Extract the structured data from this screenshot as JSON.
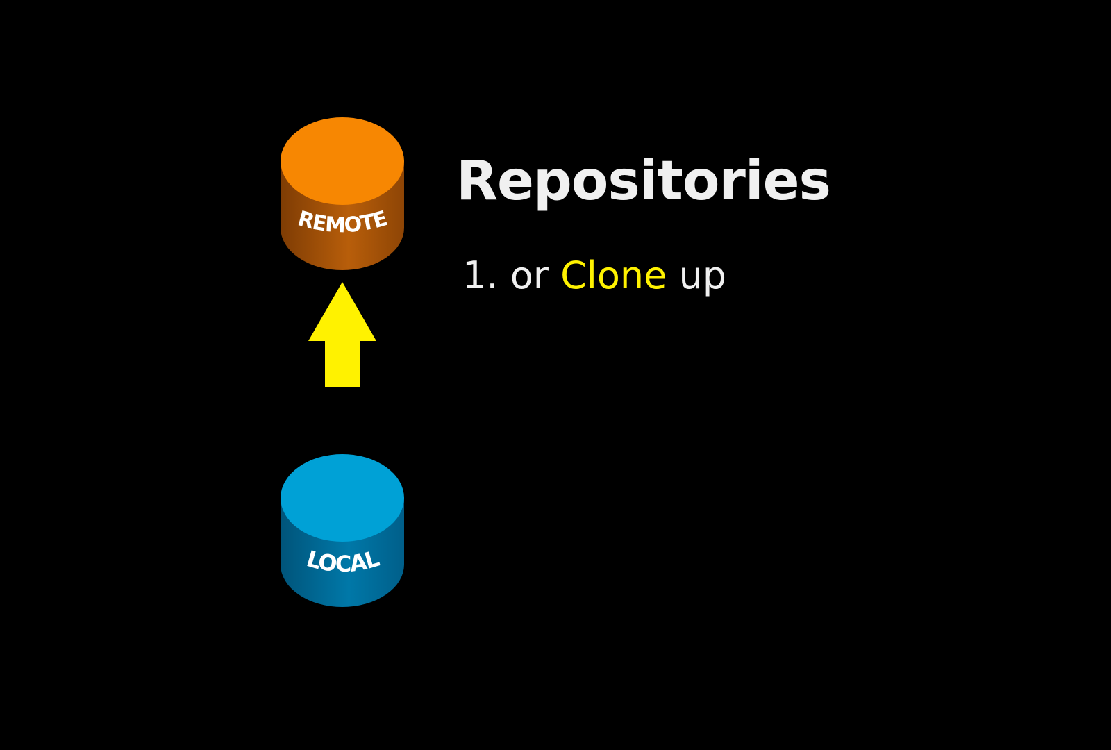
{
  "title": "Repositories",
  "step": {
    "number": "1.",
    "prefix": "or",
    "keyword": "Clone",
    "suffix": "up"
  },
  "repos": {
    "remote": {
      "label": "REMOTE",
      "top_color": "#F78702",
      "side_color_light": "#B85E0A",
      "side_color_dark": "#7E3C04"
    },
    "local": {
      "label": "LOCAL",
      "top_color": "#00A1D6",
      "side_color_light": "#0078A8",
      "side_color_dark": "#00547A"
    }
  },
  "arrow": {
    "direction": "up",
    "color": "#FFF200"
  },
  "background": "#000000",
  "text_color": "#F0F0F0",
  "highlight_color": "#FFF200"
}
